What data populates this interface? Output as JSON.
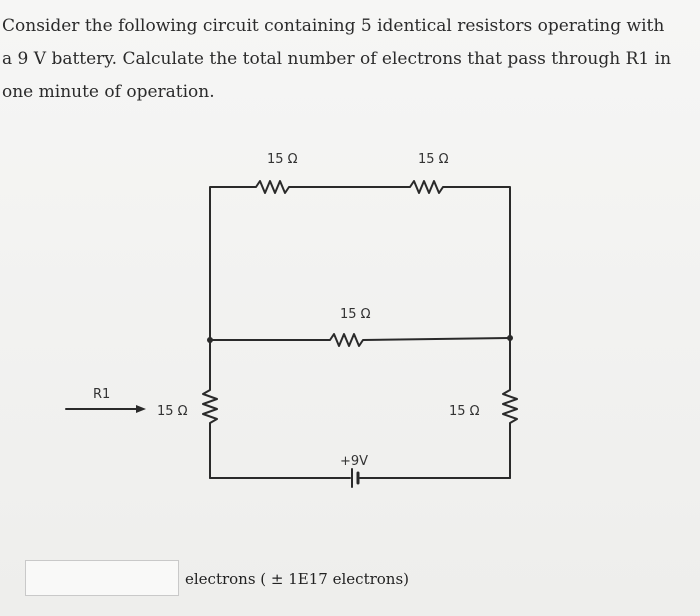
{
  "question": {
    "line1": "Consider the following circuit containing 5 identical resistors operating with",
    "line2": "a 9 V battery. Calculate the total number of electrons that pass through R1 in",
    "line3": "one minute of operation."
  },
  "circuit": {
    "top_left_resistor": "15 Ω",
    "top_right_resistor": "15 Ω",
    "middle_resistor": "15 Ω",
    "left_resistor": "15 Ω",
    "right_resistor": "15 Ω",
    "r1_label": "R1",
    "battery_label": "+9V"
  },
  "answer": {
    "value": "",
    "unit_text": "electrons ( ± 1E17 electrons)"
  }
}
